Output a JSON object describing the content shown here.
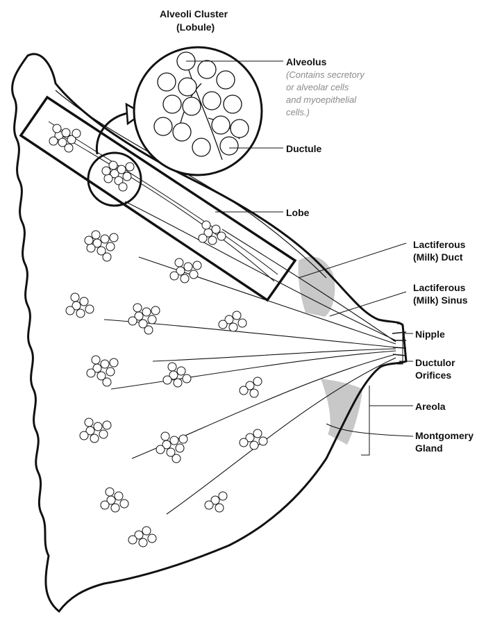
{
  "cluster_title": {
    "line1": "Alveoli Cluster",
    "line2": "(Lobule)"
  },
  "labels": {
    "alveolus": "Alveolus",
    "alveolus_note": [
      "(Contains secretory",
      "or alveolar cells",
      "and myoepithelial",
      "cells.)"
    ],
    "ductule": "Ductule",
    "lobe": "Lobe",
    "duct": [
      "Lactiferous",
      "(Milk) Duct"
    ],
    "sinus": [
      "Lactiferous",
      "(Milk) Sinus"
    ],
    "nipple": "Nipple",
    "orifices": [
      "Ductulor",
      "Orifices"
    ],
    "areola": "Areola",
    "montgomery": [
      "Montgomery",
      "Gland"
    ]
  },
  "colors": {
    "line": "#111111",
    "shade": "#c8c8c8",
    "note": "#8a8a8a"
  }
}
